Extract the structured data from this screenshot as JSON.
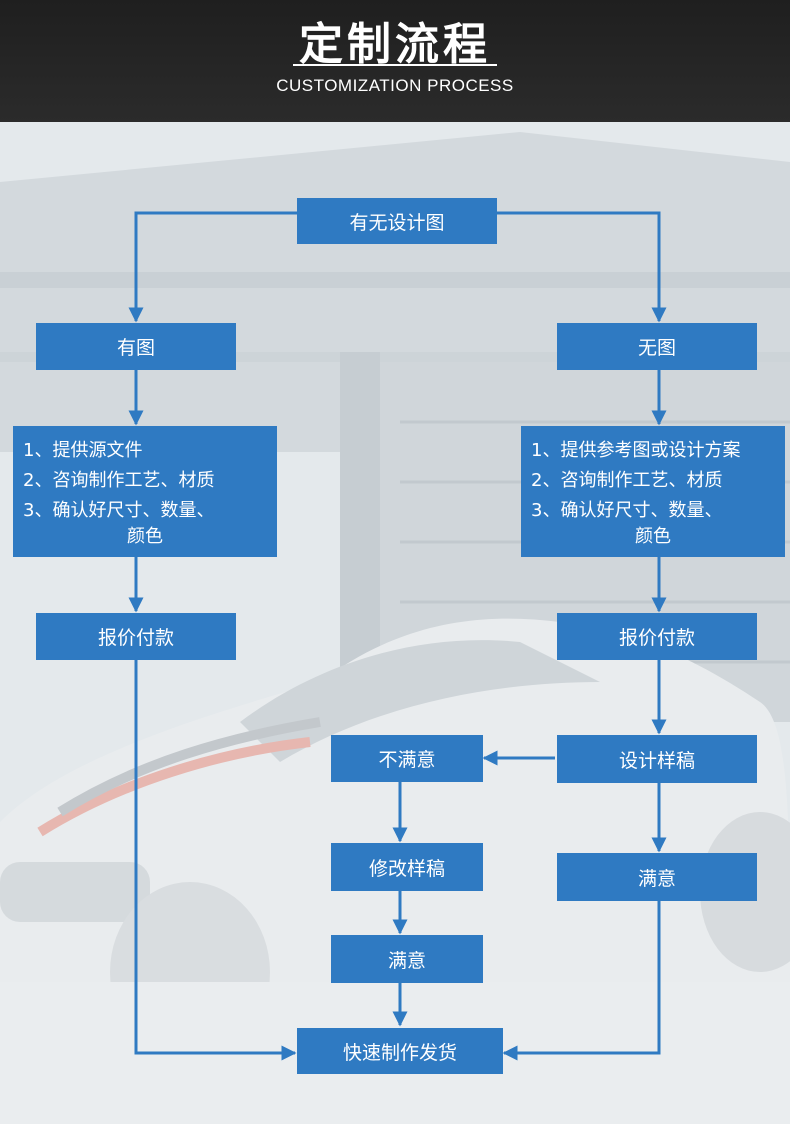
{
  "header": {
    "title": "定制流程",
    "subtitle": "CUSTOMIZATION PROCESS"
  },
  "flow": {
    "start": "有无设计图",
    "has_design": "有图",
    "no_design": "无图",
    "has_steps": [
      "1、提供源文件",
      "2、咨询制作工艺、材质",
      "3、确认好尺寸、数量、",
      "颜色"
    ],
    "no_steps": [
      "1、提供参考图或设计方案",
      "2、咨询制作工艺、材质",
      "3、确认好尺寸、数量、",
      "颜色"
    ],
    "quote_left": "报价付款",
    "quote_right": "报价付款",
    "draft": "设计样稿",
    "unsatisfied": "不满意",
    "revise": "修改样稿",
    "satisfied_mid": "满意",
    "satisfied_right": "满意",
    "final": "快速制作发货"
  },
  "colors": {
    "header_bg": "#262626",
    "box_fill": "#2f7ac2",
    "connector": "#2f7ac2",
    "text": "#ffffff"
  }
}
